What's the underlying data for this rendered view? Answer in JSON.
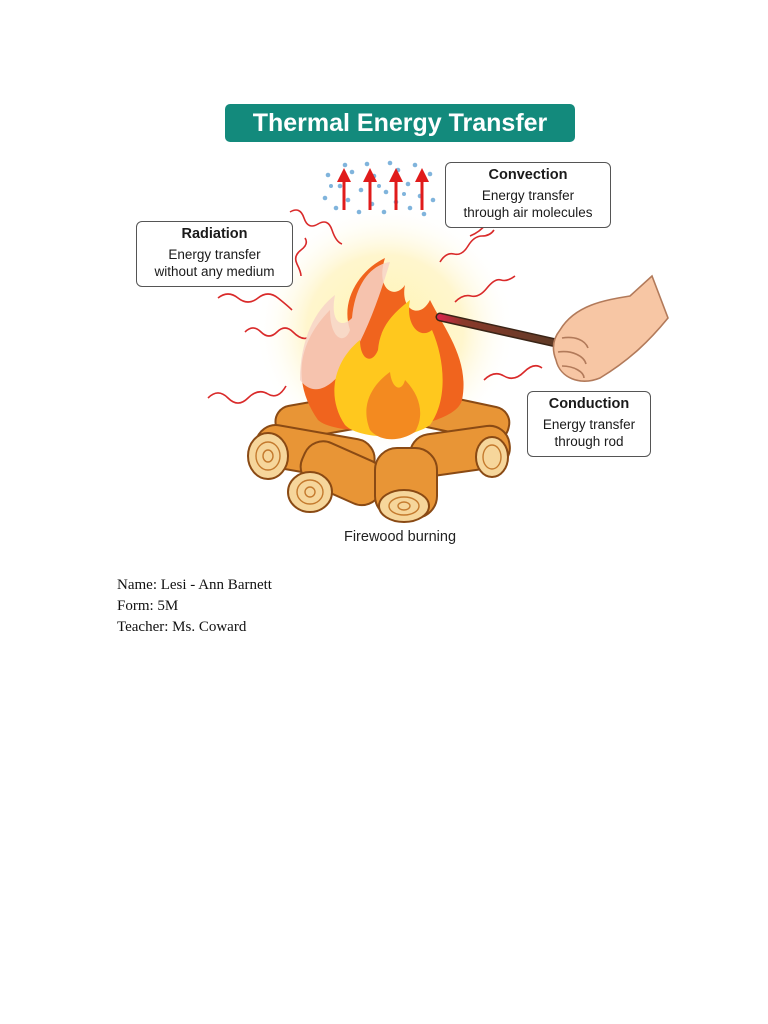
{
  "diagram": {
    "title": "Thermal Energy Transfer",
    "callouts": {
      "convection": {
        "heading": "Convection",
        "line1": "Energy transfer",
        "line2": "through air molecules"
      },
      "radiation": {
        "heading": "Radiation",
        "line1": "Energy transfer",
        "line2": "without any medium"
      },
      "conduction": {
        "heading": "Conduction",
        "line1": "Energy transfer",
        "line2": "through rod"
      }
    },
    "caption": "Firewood burning",
    "colors": {
      "banner": "#138a7c",
      "flame_outer": "#f0641e",
      "flame_inner": "#ffc81e",
      "wood": "#e89536",
      "wave": "#d92a2a",
      "arrow": "#e01b1b",
      "dots": "#6aa7d6",
      "skin": "#f7c6a4",
      "rod": "#5a3a26"
    }
  },
  "student": {
    "name": "Name: Lesi - Ann Barnett",
    "form": "Form: 5M",
    "teacher": "Teacher: Ms. Coward"
  }
}
